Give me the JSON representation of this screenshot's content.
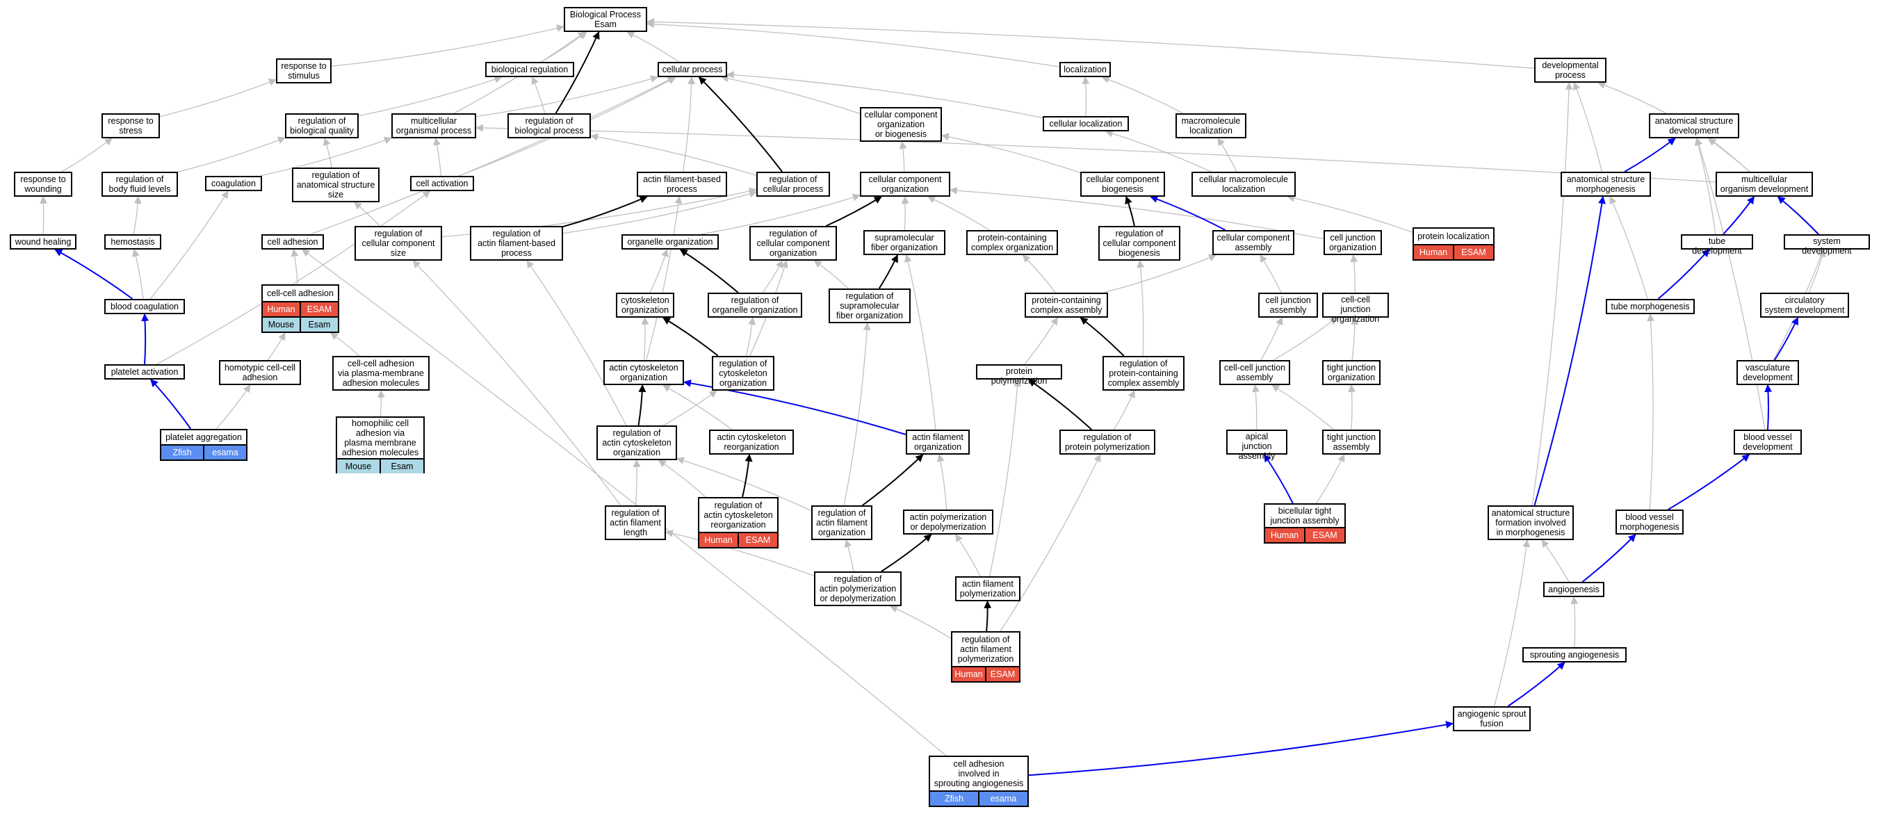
{
  "title": "Biological Process\nEsam",
  "colors": {
    "edge_default": "#c0c0c0",
    "edge_black": "#000000",
    "edge_blue": "#0000ee",
    "human": "#e8513f",
    "mouse": "#add8e6",
    "zfish": "#5b8ef0"
  },
  "nodes": [
    {
      "id": "bp",
      "label": "Biological Process\nEsam"
    },
    {
      "id": "rts",
      "label": "response to\nstimulus"
    },
    {
      "id": "breg",
      "label": "biological regulation"
    },
    {
      "id": "cp",
      "label": "cellular process"
    },
    {
      "id": "loc",
      "label": "localization"
    },
    {
      "id": "dp",
      "label": "developmental\nprocess"
    },
    {
      "id": "rtstress",
      "label": "response to\nstress"
    },
    {
      "id": "rbq",
      "label": "regulation of\nbiological quality"
    },
    {
      "id": "mop",
      "label": "multicellular\norganismal process"
    },
    {
      "id": "rbp",
      "label": "regulation of\nbiological process"
    },
    {
      "id": "ccob",
      "label": "cellular component\norganization\nor biogenesis"
    },
    {
      "id": "cloc",
      "label": "cellular localization"
    },
    {
      "id": "mloc",
      "label": "macromolecule\nlocalization"
    },
    {
      "id": "asd",
      "label": "anatomical structure\ndevelopment"
    },
    {
      "id": "rtw",
      "label": "response to\nwounding"
    },
    {
      "id": "rbfl",
      "label": "regulation of\nbody fluid levels"
    },
    {
      "id": "coag",
      "label": "coagulation"
    },
    {
      "id": "rass",
      "label": "regulation of\nanatomical structure\nsize"
    },
    {
      "id": "cact",
      "label": "cell activation"
    },
    {
      "id": "afbp",
      "label": "actin filament-based\nprocess"
    },
    {
      "id": "rcp",
      "label": "regulation of\ncellular process"
    },
    {
      "id": "cco",
      "label": "cellular component\norganization"
    },
    {
      "id": "ccb",
      "label": "cellular component\nbiogenesis"
    },
    {
      "id": "cmloc",
      "label": "cellular macromolecule\nlocalization"
    },
    {
      "id": "asm",
      "label": "anatomical structure\nmorphogenesis"
    },
    {
      "id": "mod",
      "label": "multicellular\norganism development"
    },
    {
      "id": "wh",
      "label": "wound healing"
    },
    {
      "id": "hemo",
      "label": "hemostasis"
    },
    {
      "id": "cadh",
      "label": "cell adhesion"
    },
    {
      "id": "rccs",
      "label": "regulation of\ncellular component\nsize"
    },
    {
      "id": "rafbp",
      "label": "regulation of\nactin filament-based\nprocess"
    },
    {
      "id": "oo",
      "label": "organelle organization"
    },
    {
      "id": "rcco",
      "label": "regulation of\ncellular component\norganization"
    },
    {
      "id": "sfo",
      "label": "supramolecular\nfiber organization"
    },
    {
      "id": "pcco",
      "label": "protein-containing\ncomplex organization"
    },
    {
      "id": "rccb",
      "label": "regulation of\ncellular component\nbiogenesis"
    },
    {
      "id": "cca",
      "label": "cellular component\nassembly"
    },
    {
      "id": "cjo",
      "label": "cell junction\norganization"
    },
    {
      "id": "ploc",
      "label": "protein localization",
      "anno": [
        [
          "human",
          "Human"
        ],
        [
          "human",
          "ESAM"
        ]
      ]
    },
    {
      "id": "td",
      "label": "tube development"
    },
    {
      "id": "sd",
      "label": "system development"
    },
    {
      "id": "bc",
      "label": "blood coagulation"
    },
    {
      "id": "ccadh",
      "label": "cell-cell adhesion",
      "anno": [
        [
          "human",
          "Human"
        ],
        [
          "human",
          "ESAM"
        ]
      ],
      "anno2": [
        [
          "mouse",
          "Mouse"
        ],
        [
          "mouse",
          "Esam"
        ]
      ]
    },
    {
      "id": "co",
      "label": "cytoskeleton\norganization"
    },
    {
      "id": "roo",
      "label": "regulation of\norganelle organization"
    },
    {
      "id": "rsfo",
      "label": "regulation of\nsupramolecular\nfiber organization"
    },
    {
      "id": "pcca",
      "label": "protein-containing\ncomplex assembly"
    },
    {
      "id": "cja",
      "label": "cell junction\nassembly"
    },
    {
      "id": "ccjo",
      "label": "cell-cell junction\norganization"
    },
    {
      "id": "tm",
      "label": "tube morphogenesis"
    },
    {
      "id": "csd",
      "label": "circulatory\nsystem development"
    },
    {
      "id": "pact",
      "label": "platelet activation"
    },
    {
      "id": "hcca",
      "label": "homotypic cell-cell\nadhesion"
    },
    {
      "id": "ccapm",
      "label": "cell-cell adhesion\nvia plasma-membrane\nadhesion molecules"
    },
    {
      "id": "aco",
      "label": "actin cytoskeleton\norganization"
    },
    {
      "id": "rco",
      "label": "regulation of\ncytoskeleton\norganization"
    },
    {
      "id": "pp",
      "label": "protein polymerization"
    },
    {
      "id": "rpcca",
      "label": "regulation of\nprotein-containing\ncomplex assembly"
    },
    {
      "id": "ccja",
      "label": "cell-cell junction\nassembly"
    },
    {
      "id": "tjo",
      "label": "tight junction\norganization"
    },
    {
      "id": "vd",
      "label": "vasculature\ndevelopment"
    },
    {
      "id": "hccapm",
      "label": "homophilic cell\nadhesion via\nplasma membrane\nadhesion molecules",
      "anno": [
        [
          "mouse",
          "Mouse"
        ],
        [
          "mouse",
          "Esam"
        ]
      ]
    },
    {
      "id": "pagg",
      "label": "platelet aggregation",
      "anno": [
        [
          "zfish",
          "Zfish"
        ],
        [
          "zfish",
          "esama"
        ]
      ]
    },
    {
      "id": "raco",
      "label": "regulation of\nactin cytoskeleton\norganization"
    },
    {
      "id": "acr",
      "label": "actin cytoskeleton\nreorganization"
    },
    {
      "id": "afo",
      "label": "actin filament\norganization"
    },
    {
      "id": "rpp",
      "label": "regulation of\nprotein polymerization"
    },
    {
      "id": "aja",
      "label": "apical junction\nassembly"
    },
    {
      "id": "tja",
      "label": "tight junction\nassembly"
    },
    {
      "id": "bvd",
      "label": "blood vessel\ndevelopment"
    },
    {
      "id": "rafl",
      "label": "regulation of\nactin filament\nlength"
    },
    {
      "id": "racr",
      "label": "regulation of\nactin cytoskeleton\nreorganization",
      "anno": [
        [
          "human",
          "Human"
        ],
        [
          "human",
          "ESAM"
        ]
      ]
    },
    {
      "id": "rafo",
      "label": "regulation of\nactin filament\norganization"
    },
    {
      "id": "apd",
      "label": "actin polymerization\nor depolymerization"
    },
    {
      "id": "btja",
      "label": "bicellular tight\njunction assembly",
      "anno": [
        [
          "human",
          "Human"
        ],
        [
          "human",
          "ESAM"
        ]
      ]
    },
    {
      "id": "asfim",
      "label": "anatomical structure\nformation involved\nin morphogenesis"
    },
    {
      "id": "bvm",
      "label": "blood vessel\nmorphogenesis"
    },
    {
      "id": "rapd",
      "label": "regulation of\nactin polymerization\nor depolymerization"
    },
    {
      "id": "afp",
      "label": "actin filament\npolymerization"
    },
    {
      "id": "angio",
      "label": "angiogenesis"
    },
    {
      "id": "rafp",
      "label": "regulation of\nactin filament\npolymerization",
      "anno": [
        [
          "human",
          "Human"
        ],
        [
          "human",
          "ESAM"
        ]
      ]
    },
    {
      "id": "sa",
      "label": "sprouting angiogenesis"
    },
    {
      "id": "asf",
      "label": "angiogenic sprout\nfusion"
    },
    {
      "id": "caisa",
      "label": "cell adhesion\ninvolved in\nsprouting angiogenesis",
      "anno": [
        [
          "zfish",
          "Zfish"
        ],
        [
          "zfish",
          "esama"
        ]
      ]
    }
  ],
  "edges": [
    [
      "rts",
      "bp",
      "g"
    ],
    [
      "breg",
      "bp",
      "g"
    ],
    [
      "cp",
      "bp",
      "g"
    ],
    [
      "loc",
      "bp",
      "g"
    ],
    [
      "dp",
      "bp",
      "g"
    ],
    [
      "rbp",
      "bp",
      "k"
    ],
    [
      "mop",
      "bp",
      "g"
    ],
    [
      "rtstress",
      "rts",
      "g"
    ],
    [
      "rbq",
      "breg",
      "g"
    ],
    [
      "rbp",
      "breg",
      "g"
    ],
    [
      "ccob",
      "cp",
      "g"
    ],
    [
      "cloc",
      "cp",
      "g"
    ],
    [
      "cact",
      "cp",
      "g"
    ],
    [
      "afbp",
      "cp",
      "g"
    ],
    [
      "rcp",
      "cp",
      "k"
    ],
    [
      "cadh",
      "cp",
      "g"
    ],
    [
      "mop",
      "cp",
      "g"
    ],
    [
      "cloc",
      "loc",
      "g"
    ],
    [
      "mloc",
      "loc",
      "g"
    ],
    [
      "asd",
      "dp",
      "g"
    ],
    [
      "asm",
      "dp",
      "g"
    ],
    [
      "rtw",
      "rtstress",
      "g"
    ],
    [
      "rbfl",
      "rbq",
      "g"
    ],
    [
      "rass",
      "rbq",
      "g"
    ],
    [
      "coag",
      "mop",
      "g"
    ],
    [
      "cact",
      "mop",
      "g"
    ],
    [
      "mod",
      "mop",
      "g"
    ],
    [
      "rcp",
      "rbp",
      "g"
    ],
    [
      "cco",
      "ccob",
      "g"
    ],
    [
      "ccb",
      "ccob",
      "g"
    ],
    [
      "cmloc",
      "cloc",
      "g"
    ],
    [
      "cmloc",
      "mloc",
      "g"
    ],
    [
      "asm",
      "asd",
      "b"
    ],
    [
      "mod",
      "asd",
      "g"
    ],
    [
      "td",
      "asd",
      "g"
    ],
    [
      "sd",
      "asd",
      "g"
    ],
    [
      "wh",
      "rtw",
      "g"
    ],
    [
      "hemo",
      "rbfl",
      "g"
    ],
    [
      "bc",
      "coag",
      "g"
    ],
    [
      "rccs",
      "rass",
      "g"
    ],
    [
      "pact",
      "cact",
      "g"
    ],
    [
      "rafbp",
      "afbp",
      "k"
    ],
    [
      "rafbp",
      "rcp",
      "g"
    ],
    [
      "rcco",
      "cco",
      "k"
    ],
    [
      "oo",
      "cco",
      "g"
    ],
    [
      "sfo",
      "cco",
      "g"
    ],
    [
      "pcco",
      "cco",
      "g"
    ],
    [
      "cjo",
      "cco",
      "g"
    ],
    [
      "rccb",
      "ccb",
      "k"
    ],
    [
      "cca",
      "ccb",
      "b"
    ],
    [
      "ploc",
      "cmloc",
      "g"
    ],
    [
      "tm",
      "asm",
      "g"
    ],
    [
      "td",
      "mod",
      "b"
    ],
    [
      "sd",
      "mod",
      "b"
    ],
    [
      "asfim",
      "asm",
      "b"
    ],
    [
      "vd",
      "sd",
      "g"
    ],
    [
      "csd",
      "sd",
      "g"
    ],
    [
      "bc",
      "wh",
      "b"
    ],
    [
      "bc",
      "hemo",
      "g"
    ],
    [
      "ccadh",
      "cadh",
      "g"
    ],
    [
      "rccs",
      "rcp",
      "g"
    ],
    [
      "rafl",
      "rccs",
      "g"
    ],
    [
      "raco",
      "rafbp",
      "g"
    ],
    [
      "co",
      "oo",
      "g"
    ],
    [
      "roo",
      "oo",
      "k"
    ],
    [
      "roo",
      "rcco",
      "g"
    ],
    [
      "rsfo",
      "sfo",
      "k"
    ],
    [
      "rsfo",
      "rcco",
      "g"
    ],
    [
      "pcca",
      "pcco",
      "g"
    ],
    [
      "rpcca",
      "rccb",
      "g"
    ],
    [
      "pcca",
      "cca",
      "g"
    ],
    [
      "cja",
      "cca",
      "g"
    ],
    [
      "ccjo",
      "cjo",
      "g"
    ],
    [
      "tm",
      "td",
      "b"
    ],
    [
      "bvm",
      "tm",
      "g"
    ],
    [
      "vd",
      "csd",
      "b"
    ],
    [
      "pact",
      "bc",
      "b"
    ],
    [
      "hcca",
      "ccadh",
      "g"
    ],
    [
      "ccapm",
      "ccadh",
      "g"
    ],
    [
      "aco",
      "co",
      "g"
    ],
    [
      "rco",
      "co",
      "k"
    ],
    [
      "rco",
      "roo",
      "g"
    ],
    [
      "afo",
      "sfo",
      "g"
    ],
    [
      "rafo",
      "rsfo",
      "g"
    ],
    [
      "rpcca",
      "pcca",
      "k"
    ],
    [
      "pp",
      "pcca",
      "g"
    ],
    [
      "ccja",
      "cja",
      "g"
    ],
    [
      "ccja",
      "ccjo",
      "g"
    ],
    [
      "tjo",
      "ccjo",
      "g"
    ],
    [
      "aco",
      "afbp",
      "g"
    ],
    [
      "rco",
      "rcco",
      "g"
    ],
    [
      "pagg",
      "pact",
      "b"
    ],
    [
      "pagg",
      "hcca",
      "g"
    ],
    [
      "hccapm",
      "ccapm",
      "g"
    ],
    [
      "raco",
      "aco",
      "k"
    ],
    [
      "acr",
      "aco",
      "g"
    ],
    [
      "afo",
      "aco",
      "b"
    ],
    [
      "raco",
      "rco",
      "g"
    ],
    [
      "rpp",
      "pp",
      "k"
    ],
    [
      "rpp",
      "rpcca",
      "g"
    ],
    [
      "aja",
      "ccja",
      "g"
    ],
    [
      "tja",
      "ccja",
      "g"
    ],
    [
      "tja",
      "tjo",
      "g"
    ],
    [
      "bvd",
      "vd",
      "b"
    ],
    [
      "rafl",
      "raco",
      "g"
    ],
    [
      "racr",
      "acr",
      "k"
    ],
    [
      "racr",
      "raco",
      "g"
    ],
    [
      "rafo",
      "afo",
      "k"
    ],
    [
      "rafo",
      "raco",
      "g"
    ],
    [
      "apd",
      "afo",
      "g"
    ],
    [
      "afp",
      "pp",
      "g"
    ],
    [
      "btja",
      "aja",
      "b"
    ],
    [
      "btja",
      "tja",
      "g"
    ],
    [
      "bvm",
      "bvd",
      "b"
    ],
    [
      "asfim",
      "dp",
      "g"
    ],
    [
      "bvd",
      "asd",
      "g"
    ],
    [
      "rapd",
      "apd",
      "k"
    ],
    [
      "rapd",
      "rafo",
      "g"
    ],
    [
      "rapd",
      "rafl",
      "g"
    ],
    [
      "afp",
      "apd",
      "g"
    ],
    [
      "angio",
      "bvm",
      "b"
    ],
    [
      "angio",
      "asfim",
      "g"
    ],
    [
      "rafp",
      "afp",
      "k"
    ],
    [
      "rafp",
      "rapd",
      "g"
    ],
    [
      "rafp",
      "rpp",
      "g"
    ],
    [
      "sa",
      "angio",
      "g"
    ],
    [
      "asf",
      "sa",
      "b"
    ],
    [
      "asf",
      "asfim",
      "g"
    ],
    [
      "caisa",
      "asf",
      "b"
    ],
    [
      "caisa",
      "cadh",
      "g"
    ]
  ]
}
